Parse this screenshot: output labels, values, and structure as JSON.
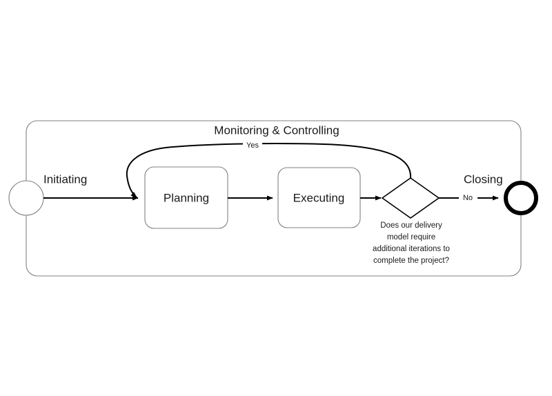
{
  "diagram": {
    "type": "project-lifecycle-flowchart",
    "container_title": "Monitoring & Controlling",
    "nodes": {
      "start": {
        "name": "start-node",
        "shape": "circle",
        "label": ""
      },
      "planning": {
        "name": "planning",
        "shape": "rounded-rectangle",
        "label": "Planning"
      },
      "executing": {
        "name": "executing",
        "shape": "rounded-rectangle",
        "label": "Executing"
      },
      "decision": {
        "name": "decision",
        "shape": "diamond",
        "label": "",
        "question_lines": [
          "Does our delivery",
          "model require",
          "additional iterations to",
          "complete the project?"
        ]
      },
      "end": {
        "name": "end-node",
        "shape": "thick-circle",
        "label": ""
      }
    },
    "phase_labels": {
      "initiating": "Initiating",
      "closing": "Closing"
    },
    "edge_labels": {
      "loop_yes": "Yes",
      "exit_no": "No"
    },
    "colors": {
      "stroke_dark": "#000000",
      "stroke_light": "#808080",
      "text": "#1a1a1a",
      "background": "#ffffff"
    }
  }
}
